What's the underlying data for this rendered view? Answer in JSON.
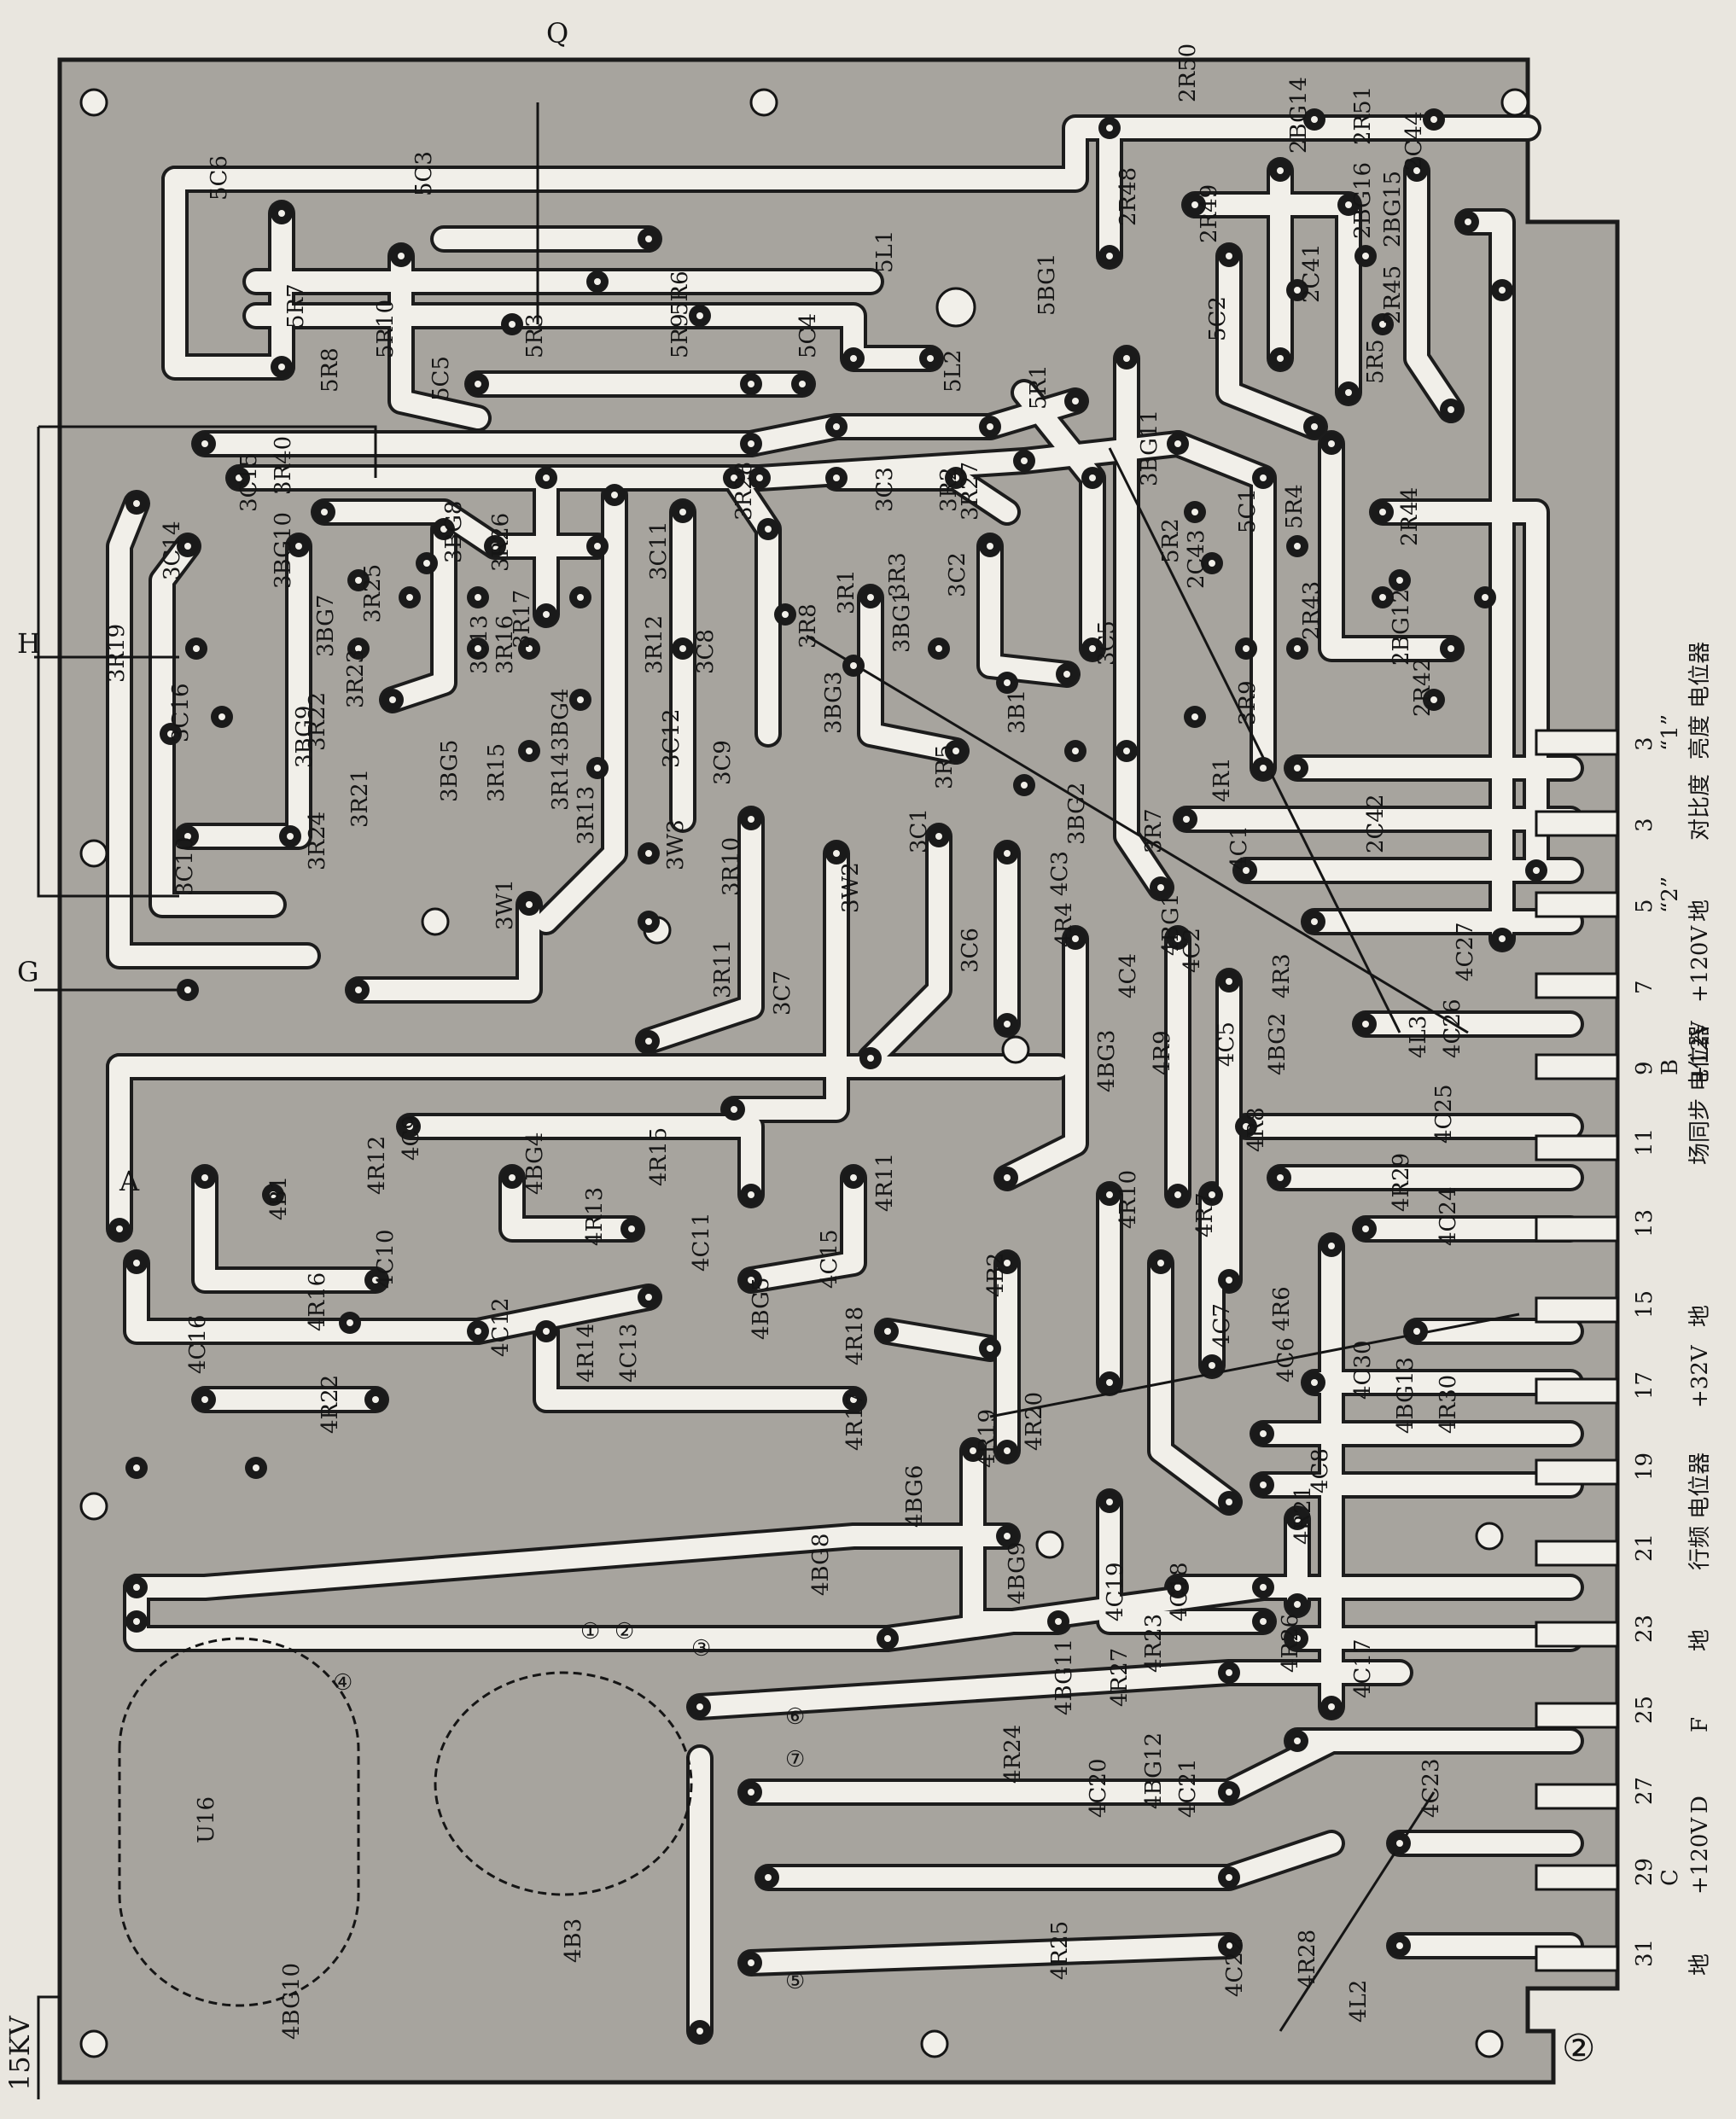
{
  "figure_number": "②",
  "external_signals": {
    "q": "Q",
    "h": "H",
    "g": "G",
    "a": "A",
    "hv": "15KV"
  },
  "connector_pins": [
    {
      "num": "3",
      "label": "亮度 电位器",
      "sub": "“1”"
    },
    {
      "num": "3",
      "label": "对比度",
      "sub": ""
    },
    {
      "num": "5",
      "label": "地",
      "sub": "“2”"
    },
    {
      "num": "7",
      "label": "+120V",
      "sub": ""
    },
    {
      "num": "9",
      "label": "+12V",
      "sub": "B"
    },
    {
      "num": "11",
      "label": "场同步 电位器",
      "sub": ""
    },
    {
      "num": "13",
      "label": "",
      "sub": ""
    },
    {
      "num": "15",
      "label": "地",
      "sub": ""
    },
    {
      "num": "17",
      "label": "+32V",
      "sub": ""
    },
    {
      "num": "19",
      "label": "",
      "sub": ""
    },
    {
      "num": "21",
      "label": "行频 电位器",
      "sub": ""
    },
    {
      "num": "23",
      "label": "地",
      "sub": ""
    },
    {
      "num": "25",
      "label": "F",
      "sub": ""
    },
    {
      "num": "27",
      "label": "D",
      "sub": ""
    },
    {
      "num": "29",
      "label": "+120V",
      "sub": "C"
    },
    {
      "num": "31",
      "label": "地",
      "sub": ""
    }
  ],
  "components": [
    {
      "id": "5c6",
      "text": "5C6"
    },
    {
      "id": "5c3",
      "text": "5C3"
    },
    {
      "id": "5r7",
      "text": "5R7"
    },
    {
      "id": "5r8",
      "text": "5R8"
    },
    {
      "id": "5r10",
      "text": "5R10"
    },
    {
      "id": "5r3",
      "text": "5R3"
    },
    {
      "id": "5c5",
      "text": "5C5"
    },
    {
      "id": "5r6",
      "text": "5R6"
    },
    {
      "id": "5r9",
      "text": "5R9"
    },
    {
      "id": "5c4",
      "text": "5C4"
    },
    {
      "id": "5l1",
      "text": "5L1"
    },
    {
      "id": "5l2",
      "text": "5L2"
    },
    {
      "id": "5bg1",
      "text": "5BG1"
    },
    {
      "id": "5r1",
      "text": "5R1"
    },
    {
      "id": "5c2",
      "text": "5C2"
    },
    {
      "id": "5r5",
      "text": "5R5"
    },
    {
      "id": "2r50",
      "text": "2R50"
    },
    {
      "id": "2bg14",
      "text": "2BG14"
    },
    {
      "id": "2r51",
      "text": "2R51"
    },
    {
      "id": "2c44",
      "text": "2C44"
    },
    {
      "id": "2r48",
      "text": "2R48"
    },
    {
      "id": "2r49",
      "text": "2R49"
    },
    {
      "id": "2bg16",
      "text": "2BG16"
    },
    {
      "id": "2bg15",
      "text": "2BG15"
    },
    {
      "id": "2c41",
      "text": "2C41"
    },
    {
      "id": "2r45",
      "text": "2R45"
    },
    {
      "id": "3bg11",
      "text": "3BG11"
    },
    {
      "id": "2r44",
      "text": "2R44"
    },
    {
      "id": "5c1",
      "text": "5C1"
    },
    {
      "id": "5r4",
      "text": "5R4"
    },
    {
      "id": "5r2",
      "text": "5R2"
    },
    {
      "id": "2c43",
      "text": "2C43"
    },
    {
      "id": "2r43",
      "text": "2R43"
    },
    {
      "id": "2bg12",
      "text": "2BG12"
    },
    {
      "id": "3c14",
      "text": "3C14"
    },
    {
      "id": "3c15",
      "text": "3C15"
    },
    {
      "id": "3r40",
      "text": "3R40"
    },
    {
      "id": "3bg10",
      "text": "3BG10"
    },
    {
      "id": "3bg8",
      "text": "3BG8"
    },
    {
      "id": "3r26",
      "text": "3R26"
    },
    {
      "id": "3c11",
      "text": "3C11"
    },
    {
      "id": "3r28",
      "text": "3R28"
    },
    {
      "id": "3c3",
      "text": "3C3"
    },
    {
      "id": "3r27",
      "text": "3R27"
    },
    {
      "id": "3r2",
      "text": "3R2"
    },
    {
      "id": "3c2",
      "text": "3C2"
    },
    {
      "id": "3r1",
      "text": "3R1"
    },
    {
      "id": "3r3",
      "text": "3R3"
    },
    {
      "id": "3bg1",
      "text": "3BG1"
    },
    {
      "id": "3r8",
      "text": "3R8"
    },
    {
      "id": "3bg3",
      "text": "3BG3"
    },
    {
      "id": "3b1",
      "text": "3B1"
    },
    {
      "id": "3c5",
      "text": "3C5"
    },
    {
      "id": "3bg7",
      "text": "3BG7"
    },
    {
      "id": "3r25",
      "text": "3R25"
    },
    {
      "id": "3r17",
      "text": "3R17"
    },
    {
      "id": "3c13",
      "text": "3C13"
    },
    {
      "id": "3r16",
      "text": "3R16"
    },
    {
      "id": "3r12",
      "text": "3R12"
    },
    {
      "id": "3c8",
      "text": "3C8"
    },
    {
      "id": "3r19",
      "text": "3R19"
    },
    {
      "id": "3c16",
      "text": "3C16"
    },
    {
      "id": "3r23",
      "text": "3R23"
    },
    {
      "id": "3bg9",
      "text": "3BG9"
    },
    {
      "id": "3r22",
      "text": "3R22"
    },
    {
      "id": "3bg5",
      "text": "3BG5"
    },
    {
      "id": "3r15",
      "text": "3R15"
    },
    {
      "id": "3bg4",
      "text": "3BG4"
    },
    {
      "id": "3r14",
      "text": "3R14"
    },
    {
      "id": "3c12",
      "text": "3C12"
    },
    {
      "id": "3c9",
      "text": "3C9"
    },
    {
      "id": "3r5",
      "text": "3R5"
    },
    {
      "id": "3r21",
      "text": "3R21"
    },
    {
      "id": "3r24",
      "text": "3R24"
    },
    {
      "id": "3r13",
      "text": "3R13"
    },
    {
      "id": "3c10",
      "text": "3C10"
    },
    {
      "id": "3w1",
      "text": "3W1"
    },
    {
      "id": "3w3",
      "text": "3W3"
    },
    {
      "id": "3r10",
      "text": "3R10"
    },
    {
      "id": "3w2",
      "text": "3W2"
    },
    {
      "id": "3c1",
      "text": "3C1"
    },
    {
      "id": "3c6",
      "text": "3C6"
    },
    {
      "id": "3r11",
      "text": "3R11"
    },
    {
      "id": "3c7",
      "text": "3C7"
    },
    {
      "id": "3bg2",
      "text": "3BG2"
    },
    {
      "id": "3r7",
      "text": "3R7"
    },
    {
      "id": "3r9",
      "text": "3R9"
    },
    {
      "id": "4r1",
      "text": "4R1"
    },
    {
      "id": "4c1",
      "text": "4C1"
    },
    {
      "id": "2c42",
      "text": "2C42"
    },
    {
      "id": "2r42",
      "text": "2R42"
    },
    {
      "id": "4c3",
      "text": "4C3"
    },
    {
      "id": "4r4",
      "text": "4R4"
    },
    {
      "id": "4c4",
      "text": "4C4"
    },
    {
      "id": "4bg1",
      "text": "4BG1"
    },
    {
      "id": "4c2",
      "text": "4C2"
    },
    {
      "id": "4r3",
      "text": "4R3"
    },
    {
      "id": "4c27",
      "text": "4C27"
    },
    {
      "id": "4l3",
      "text": "4L3"
    },
    {
      "id": "4c26",
      "text": "4C26"
    },
    {
      "id": "4bg3",
      "text": "4BG3"
    },
    {
      "id": "4r9",
      "text": "4R9"
    },
    {
      "id": "4c5",
      "text": "4C5"
    },
    {
      "id": "4bg2",
      "text": "4BG2"
    },
    {
      "id": "4c25",
      "text": "4C25"
    },
    {
      "id": "4r29",
      "text": "4R29"
    },
    {
      "id": "4r8",
      "text": "4R8"
    },
    {
      "id": "4c9",
      "text": "4C9"
    },
    {
      "id": "4r12",
      "text": "4R12"
    },
    {
      "id": "4bg4",
      "text": "4BG4"
    },
    {
      "id": "4r15",
      "text": "4R15"
    },
    {
      "id": "4r11",
      "text": "4R11"
    },
    {
      "id": "4b1",
      "text": "4B1"
    },
    {
      "id": "4r13",
      "text": "4R13"
    },
    {
      "id": "4c10",
      "text": "4C10"
    },
    {
      "id": "4r10",
      "text": "4R10"
    },
    {
      "id": "4r7",
      "text": "4R7"
    },
    {
      "id": "4c24",
      "text": "4C24"
    },
    {
      "id": "4r16",
      "text": "4R16"
    },
    {
      "id": "4c11",
      "text": "4C11"
    },
    {
      "id": "4c15",
      "text": "4C15"
    },
    {
      "id": "4bg5",
      "text": "4BG5"
    },
    {
      "id": "4r18",
      "text": "4R18"
    },
    {
      "id": "4b2",
      "text": "4B2"
    },
    {
      "id": "4c7",
      "text": "4C7"
    },
    {
      "id": "4r6",
      "text": "4R6"
    },
    {
      "id": "4c6",
      "text": "4C6"
    },
    {
      "id": "4c16",
      "text": "4C16"
    },
    {
      "id": "4c12",
      "text": "4C12"
    },
    {
      "id": "4r14",
      "text": "4R14"
    },
    {
      "id": "4c13",
      "text": "4C13"
    },
    {
      "id": "4r22",
      "text": "4R22"
    },
    {
      "id": "4r17",
      "text": "4R17"
    },
    {
      "id": "4r19",
      "text": "4R19"
    },
    {
      "id": "4r20",
      "text": "4R20"
    },
    {
      "id": "4c30",
      "text": "4C30"
    },
    {
      "id": "4bg13",
      "text": "4BG13"
    },
    {
      "id": "4r30",
      "text": "4R30"
    },
    {
      "id": "4c8",
      "text": "4C8"
    },
    {
      "id": "4bg6",
      "text": "4BG6"
    },
    {
      "id": "4r21",
      "text": "4R21"
    },
    {
      "id": "4bg8",
      "text": "4BG8"
    },
    {
      "id": "4bg9",
      "text": "4BG9"
    },
    {
      "id": "4c19",
      "text": "4C19"
    },
    {
      "id": "4c18",
      "text": "4C18"
    },
    {
      "id": "4r23",
      "text": "4R23"
    },
    {
      "id": "4r26",
      "text": "4R26"
    },
    {
      "id": "4c17",
      "text": "4C17"
    },
    {
      "id": "4bg11",
      "text": "4BG11"
    },
    {
      "id": "4r27",
      "text": "4R27"
    },
    {
      "id": "4r24",
      "text": "4R24"
    },
    {
      "id": "4c20",
      "text": "4C20"
    },
    {
      "id": "4bg12",
      "text": "4BG12"
    },
    {
      "id": "4c21",
      "text": "4C21"
    },
    {
      "id": "4c23",
      "text": "4C23"
    },
    {
      "id": "4r25",
      "text": "4R25"
    },
    {
      "id": "4r28",
      "text": "4R28"
    },
    {
      "id": "4c22",
      "text": "4C22"
    },
    {
      "id": "4l2",
      "text": "4L2"
    },
    {
      "id": "4b3",
      "text": "4B3"
    },
    {
      "id": "u16",
      "text": "U16"
    },
    {
      "id": "4bg10",
      "text": "4BG10"
    }
  ],
  "transformer_pins": [
    "①",
    "②",
    "③",
    "④",
    "⑤",
    "⑥",
    "⑦"
  ]
}
